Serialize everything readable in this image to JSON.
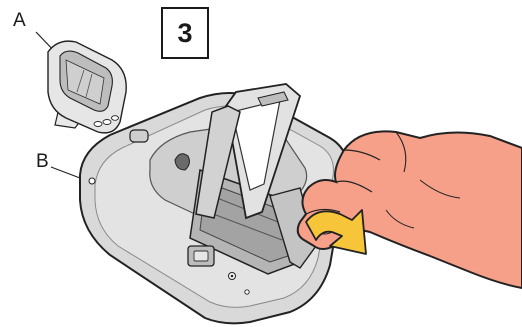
{
  "step_number": "3",
  "callouts": {
    "a": "A",
    "b": "B"
  },
  "colors": {
    "device_body": "#d9d9d9",
    "device_outline": "#222222",
    "battery_compartment": "#b5b5b5",
    "hand_skin": "#f6a08a",
    "arrow": "#f6c53a",
    "display_screen": "#cfcfcf"
  }
}
